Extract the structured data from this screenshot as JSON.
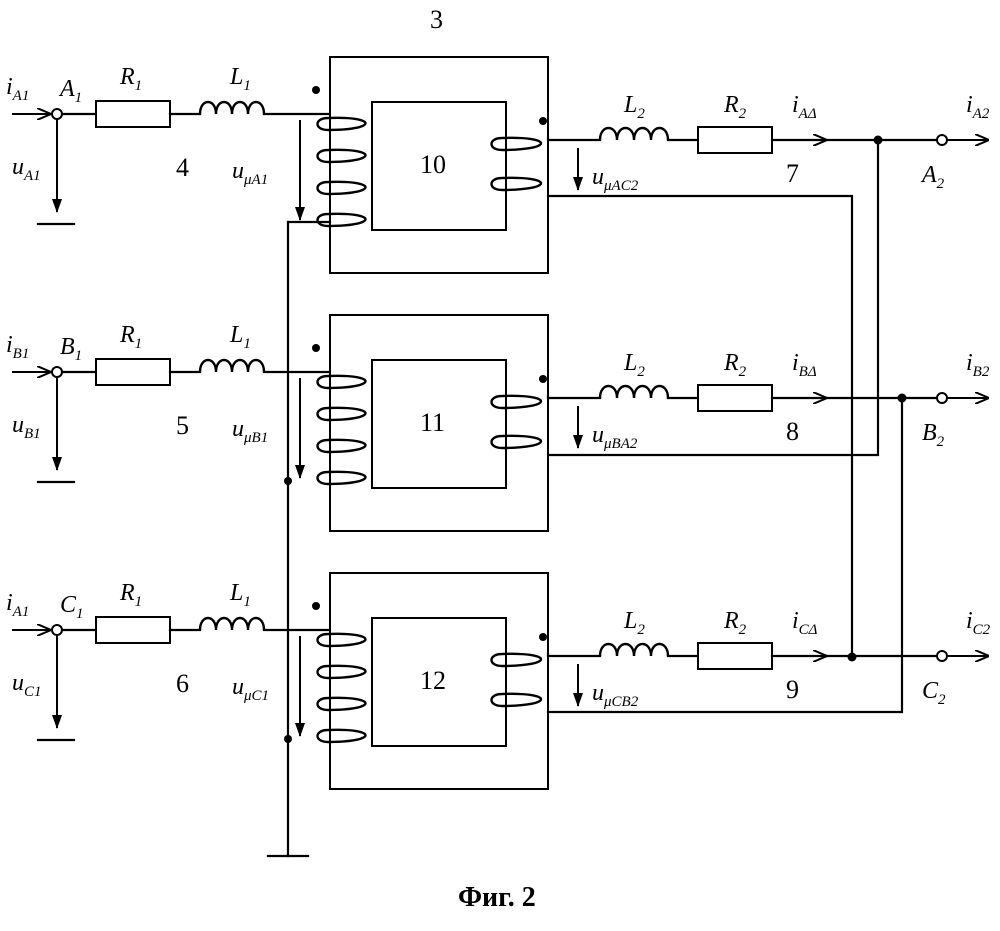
{
  "core_label": "3",
  "caption": "Фиг. 2",
  "rows": [
    {
      "in_current": "i",
      "in_current_sub": "A1",
      "in_node": "A",
      "in_node_sub": "1",
      "in_voltage": "u",
      "in_voltage_sub": "A1",
      "r1": "R",
      "r1_sub": "1",
      "l1": "L",
      "l1_sub": "1",
      "line_num": "4",
      "primary_voltage": "u",
      "primary_voltage_sub": "μA1",
      "transformer_num": "10",
      "secondary_voltage": "u",
      "secondary_voltage_sub": "μAC2",
      "l2": "L",
      "l2_sub": "2",
      "r2": "R",
      "r2_sub": "2",
      "delta_current": "i",
      "delta_current_sub": "AΔ",
      "out_line_num": "7",
      "out_node": "A",
      "out_node_sub": "2",
      "out_current": "i",
      "out_current_sub": "A2"
    },
    {
      "in_current": "i",
      "in_current_sub": "B1",
      "in_node": "B",
      "in_node_sub": "1",
      "in_voltage": "u",
      "in_voltage_sub": "B1",
      "r1": "R",
      "r1_sub": "1",
      "l1": "L",
      "l1_sub": "1",
      "line_num": "5",
      "primary_voltage": "u",
      "primary_voltage_sub": "μB1",
      "transformer_num": "11",
      "secondary_voltage": "u",
      "secondary_voltage_sub": "μBA2",
      "l2": "L",
      "l2_sub": "2",
      "r2": "R",
      "r2_sub": "2",
      "delta_current": "i",
      "delta_current_sub": "BΔ",
      "out_line_num": "8",
      "out_node": "B",
      "out_node_sub": "2",
      "out_current": "i",
      "out_current_sub": "B2"
    },
    {
      "in_current": "i",
      "in_current_sub": "A1",
      "in_node": "C",
      "in_node_sub": "1",
      "in_voltage": "u",
      "in_voltage_sub": "C1",
      "r1": "R",
      "r1_sub": "1",
      "l1": "L",
      "l1_sub": "1",
      "line_num": "6",
      "primary_voltage": "u",
      "primary_voltage_sub": "μC1",
      "transformer_num": "12",
      "secondary_voltage": "u",
      "secondary_voltage_sub": "μCB2",
      "l2": "L",
      "l2_sub": "2",
      "r2": "R",
      "r2_sub": "2",
      "delta_current": "i",
      "delta_current_sub": "CΔ",
      "out_line_num": "9",
      "out_node": "C",
      "out_node_sub": "2",
      "out_current": "i",
      "out_current_sub": "C2"
    }
  ]
}
